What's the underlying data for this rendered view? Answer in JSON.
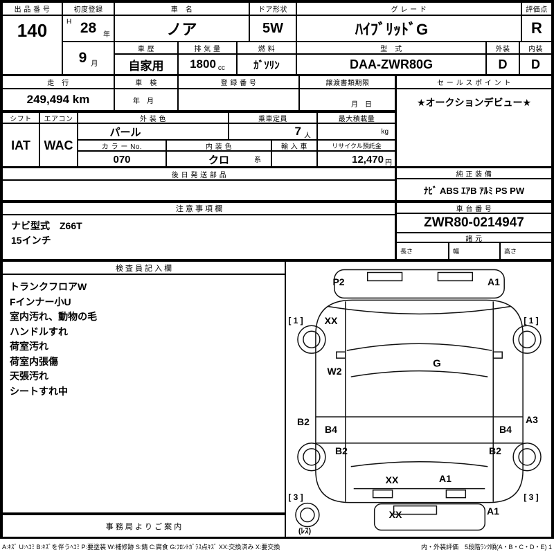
{
  "top": {
    "auction_no_label": "出 品 番 号",
    "auction_no": "140",
    "first_reg_label": "初度登録",
    "era": "H",
    "reg_year": "28",
    "year_unit": "年",
    "reg_month": "9",
    "month_unit": "月",
    "car_name_label": "車　名",
    "car_name": "ノア",
    "door_label": "ドア形状",
    "door": "5W",
    "grade_label": "グ レ ー ド",
    "grade": "ﾊｲﾌﾞﾘｯﾄﾞG",
    "score_label": "評価点",
    "score": "R",
    "history_label": "車 歴",
    "history": "自家用",
    "disp_label": "排 気 量",
    "disp": "1800",
    "disp_unit": "cc",
    "fuel_label": "燃 料",
    "fuel": "ｶﾞｿﾘﾝ",
    "model_label": "型　式",
    "model": "DAA-ZWR80G",
    "ext_label": "外装",
    "ext_score": "D",
    "int_label": "内装",
    "int_score": "D"
  },
  "reg": {
    "mileage_label": "走　行",
    "mileage": "249,494 km",
    "shaken_label": "車　検",
    "shaken_value": "年　月",
    "regno_label": "登 録 番 号",
    "transfer_label": "譲渡書類期限",
    "transfer_value": "月　日",
    "sales_label": "セ ー ル ス ポ イ ン ト",
    "sales_point": "★オークションデビュー★"
  },
  "spec": {
    "shift_label": "シフト",
    "shift": "IAT",
    "aircon_label": "エアコン",
    "aircon": "WAC",
    "ext_color_label": "外 装 色",
    "ext_color": "パール",
    "capacity_label": "乗車定員",
    "capacity": "7",
    "capacity_unit": "人",
    "maxload_label": "最大積載量",
    "maxload_unit": "kg",
    "color_no_label": "カ ラ ー No.",
    "color_no": "070",
    "int_color_label": "内 装 色",
    "int_color": "クロ",
    "int_color_suffix": "系",
    "import_label": "輸 入 車",
    "recycle_label": "リサイクル預託金",
    "recycle": "12,470",
    "recycle_unit": "円"
  },
  "parts": {
    "later_label": "後 日 発 送 部 品",
    "equip_label": "純 正 装 備",
    "equipment": "ﾅﾋﾞ ABS ｴｱB ｱﾙﾐ PS PW"
  },
  "notes": {
    "label": "注 意 事 項 欄",
    "lines": [
      "ナビ型式　Z66T",
      "15インチ"
    ],
    "chassis_label": "車 台 番 号",
    "chassis": "ZWR80-0214947",
    "dims_label": "諸 元",
    "length_label": "長さ",
    "width_label": "幅",
    "height_label": "高さ"
  },
  "inspector": {
    "label": "検 査 員 記 入 欄",
    "lines": [
      "トランクフロアW",
      "Fインナー小U",
      "室内汚れ、動物の毛",
      "ハンドルすれ",
      "荷室汚れ",
      "荷室内張傷",
      "天張汚れ",
      "シートすれ中"
    ]
  },
  "office": {
    "label": "事 務 局 よ り ご 案 内"
  },
  "diagram": {
    "marks": [
      {
        "t": "P2"
      },
      {
        "t": "A1"
      },
      {
        "t": "XX"
      },
      {
        "t": "[ 1 ]"
      },
      {
        "t": "[ 1 ]"
      },
      {
        "t": "W2"
      },
      {
        "t": "G"
      },
      {
        "t": "B2"
      },
      {
        "t": "B4"
      },
      {
        "t": "B4"
      },
      {
        "t": "A3"
      },
      {
        "t": "B2"
      },
      {
        "t": "XX"
      },
      {
        "t": "A1"
      },
      {
        "t": "B2"
      },
      {
        "t": "[ 3 ]"
      },
      {
        "t": "[ 3 ]"
      },
      {
        "t": "XX"
      },
      {
        "t": "A1"
      },
      {
        "t": "(ﾚｽ)"
      }
    ]
  },
  "legend": {
    "left": "A:ｷｽﾞ U:ﾍｺﾐ B:ｷｽﾞを伴うﾍｺﾐ P:要塗装 W:補修跡 S:錆 C:腐食 G:ﾌﾛﾝﾄｶﾞﾗｽ点ｷｽﾞ XX:交換済み X:要交換",
    "right": "内・外装評価　5段階ﾗﾝｸ順(A・B・C・D・E) 1"
  }
}
